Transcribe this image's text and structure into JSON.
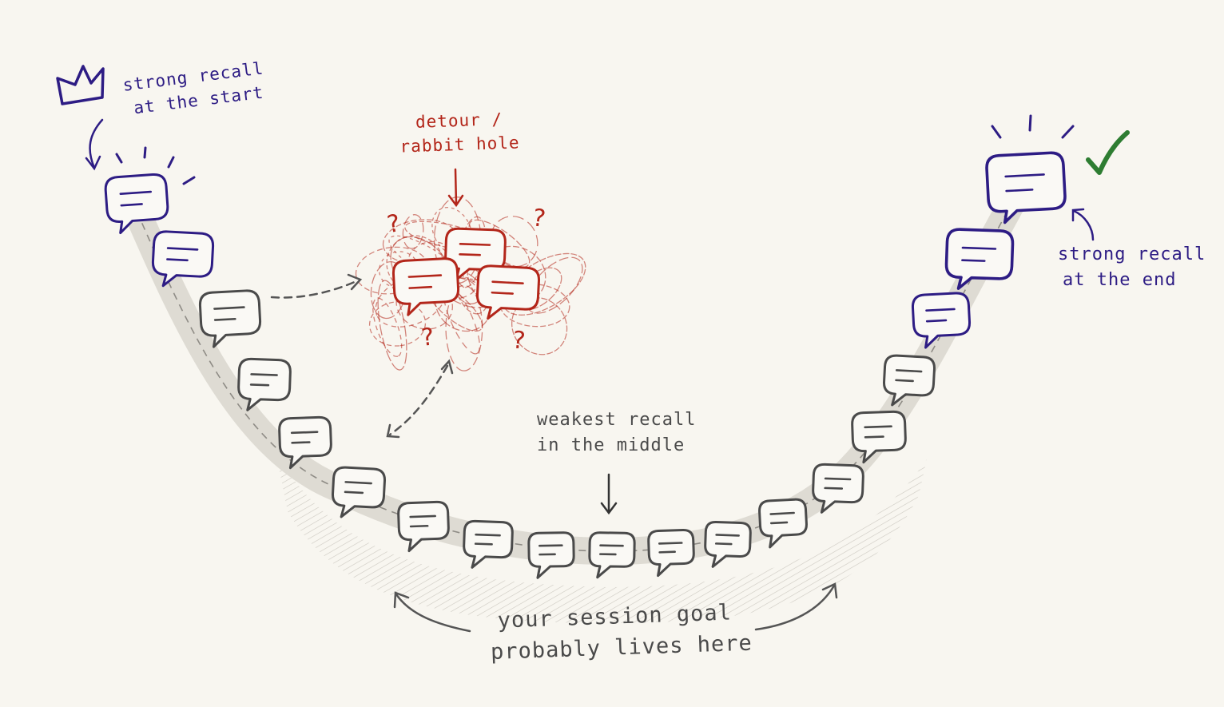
{
  "annotations": {
    "start": {
      "lines": [
        "strong recall",
        "at the start"
      ]
    },
    "detour": {
      "lines": [
        "detour /",
        "rabbit hole"
      ]
    },
    "middle": {
      "lines": [
        "weakest recall",
        "in the middle"
      ]
    },
    "end": {
      "lines": [
        "strong recall",
        "at the end"
      ]
    },
    "goal": {
      "lines": [
        "your session goal",
        "probably lives here"
      ]
    }
  },
  "icons": [
    "crown-icon",
    "checkmark-icon",
    "question-mark-icon",
    "speech-bubble-icon"
  ],
  "colors": {
    "background": "#f8f6f0",
    "strong_recall": "#2d1c84",
    "detour": "#b3261a",
    "weak_recall": "#4a4a4a",
    "check": "#2e7d32",
    "path": "#dedbd3"
  }
}
